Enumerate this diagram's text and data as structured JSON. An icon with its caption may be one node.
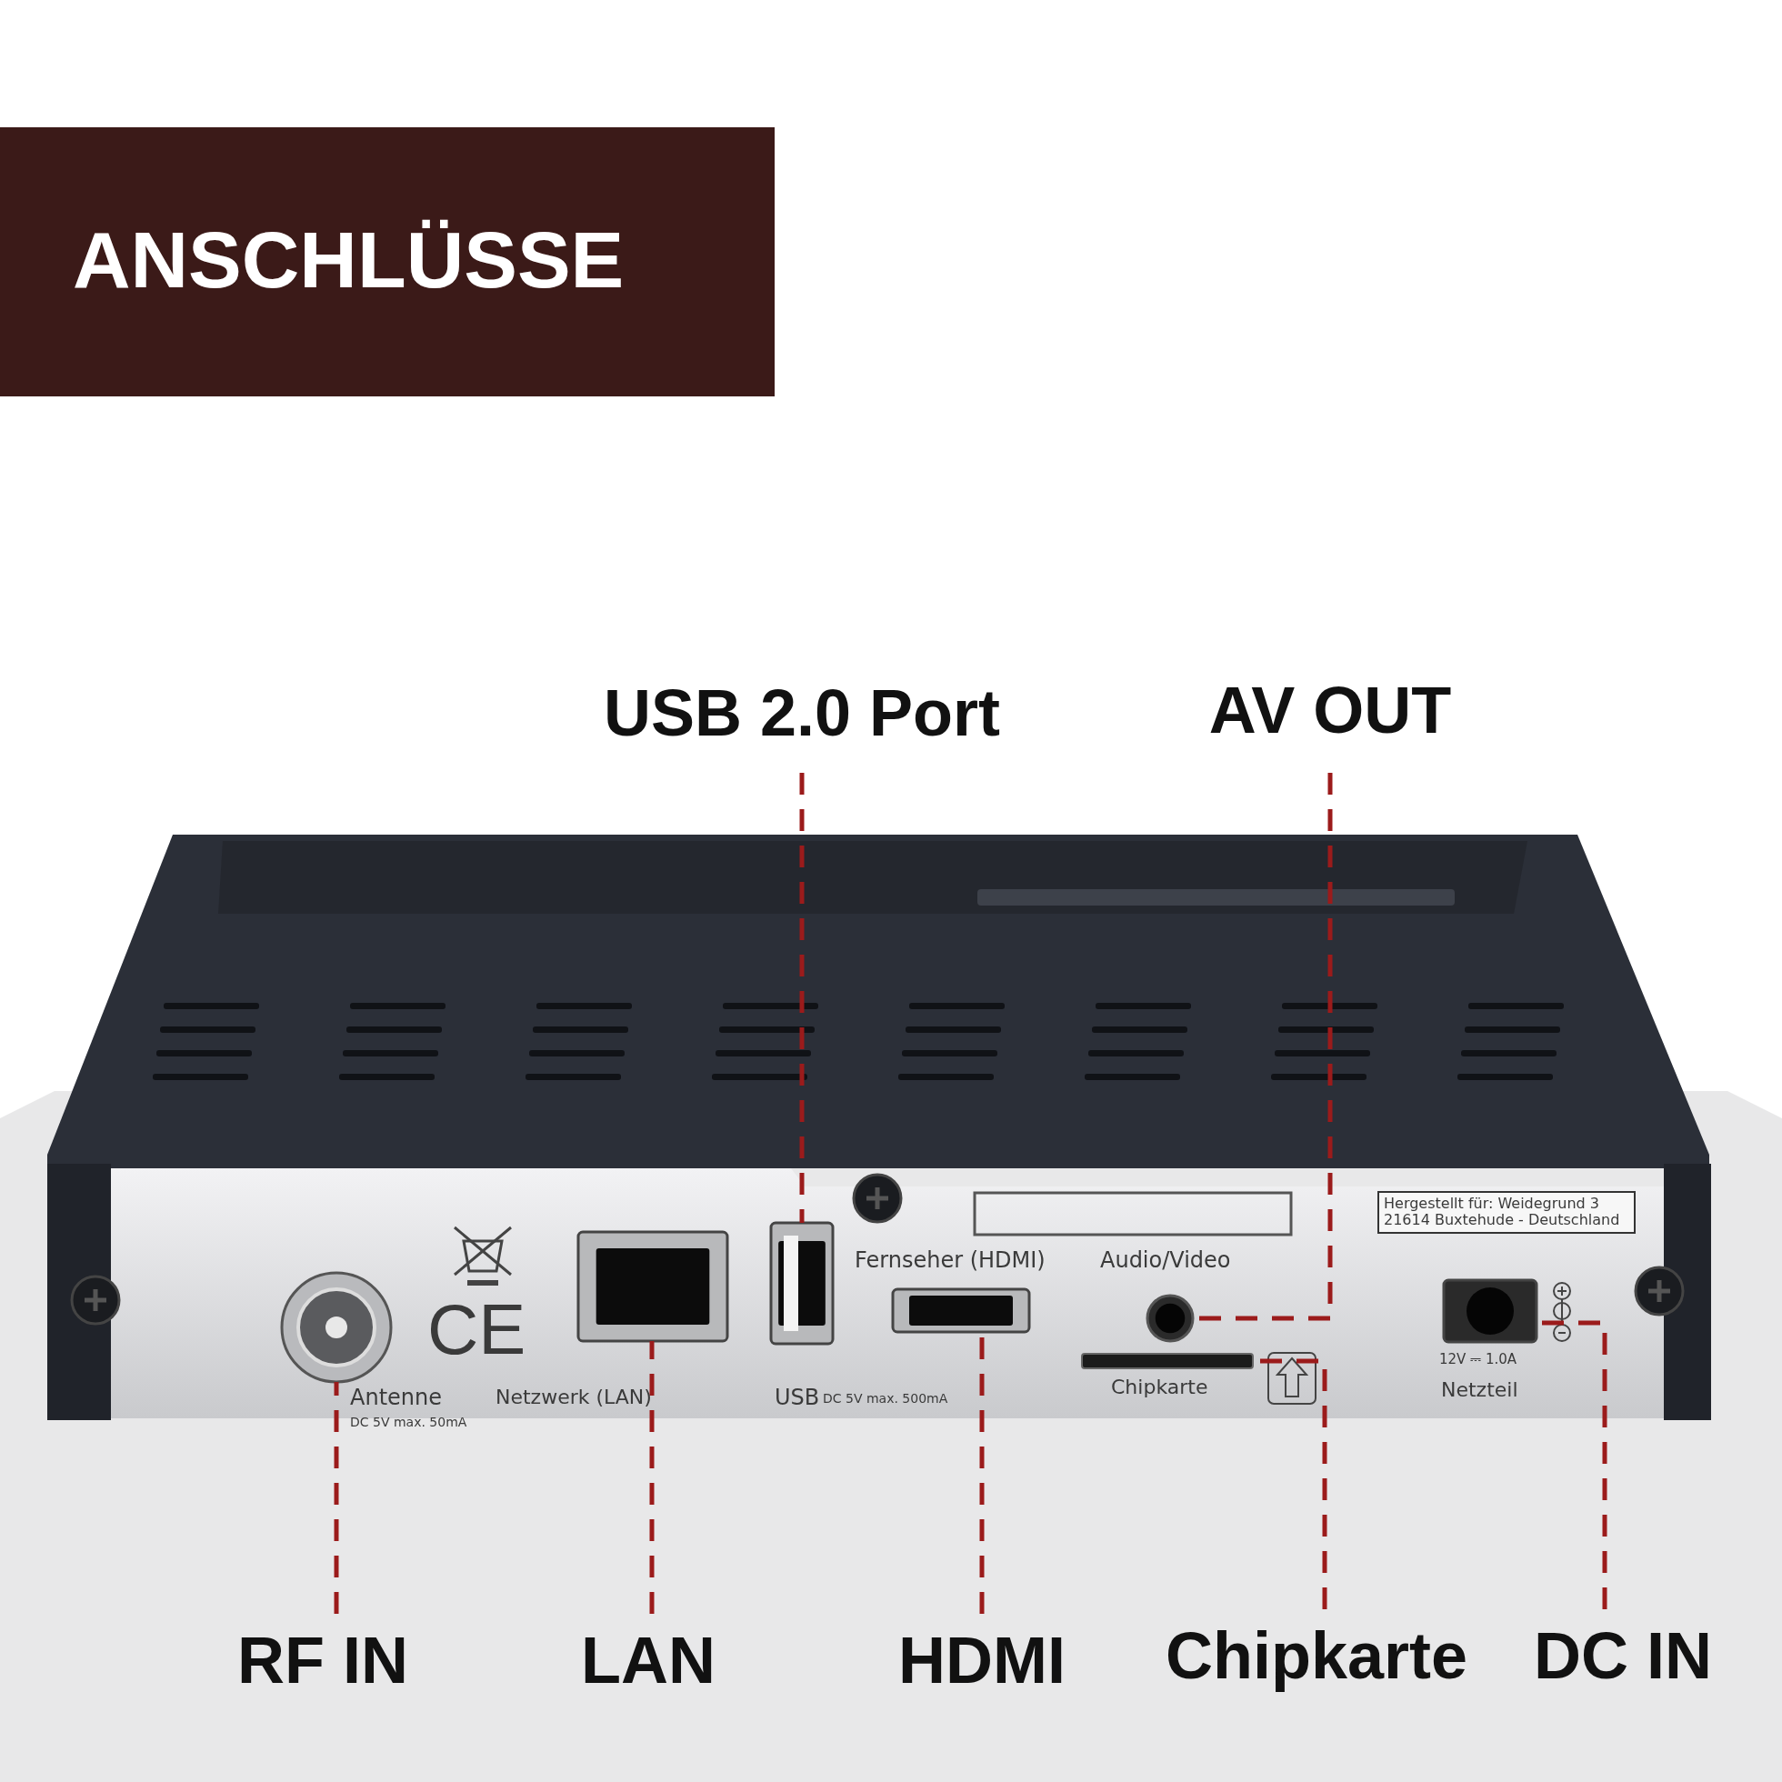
{
  "diagram": {
    "title": "ANSCHLÜSSE",
    "nodes": [
      {
        "text": [
          "USB 2.0 Port"
        ]
      },
      {
        "text": [
          "AV OUT"
        ]
      },
      {
        "text": [
          "RF IN"
        ]
      },
      {
        "text": [
          "LAN"
        ]
      },
      {
        "text": [
          "HDMI"
        ]
      },
      {
        "text": [
          "Chipkarte"
        ]
      },
      {
        "text": [
          "DC IN"
        ]
      },
      {
        "text": [],
        "shape": "circle",
        "beside": [
          "Antenne",
          "DC 5V max. 50mA"
        ]
      },
      {
        "text": [],
        "shape": "box",
        "beside": [
          "Netzwerk (LAN)"
        ]
      },
      {
        "text": [],
        "shape": "box",
        "beside": [
          "USB",
          "DC 5V max. 500mA"
        ]
      },
      {
        "text": [],
        "shape": "box",
        "beside": [
          "Fernseher (HDMI)"
        ]
      },
      {
        "text": [],
        "shape": "circle",
        "beside": [
          "Audio/Video"
        ]
      },
      {
        "text": [],
        "shape": "bar",
        "beside": [
          "Chipkarte"
        ]
      },
      {
        "text": [],
        "shape": "box",
        "beside": [
          "12V ⎓ 1.0A",
          "Netzteil"
        ]
      }
    ],
    "edges": [
      {
        "from": 0,
        "to": 9,
        "arrow": "none",
        "style": "dashed"
      },
      {
        "from": 1,
        "to": 11,
        "arrow": "none",
        "style": "dashed"
      },
      {
        "from": 2,
        "to": 7,
        "arrow": "none",
        "style": "dashed"
      },
      {
        "from": 3,
        "to": 8,
        "arrow": "none",
        "style": "dashed"
      },
      {
        "from": 4,
        "to": 10,
        "arrow": "none",
        "style": "dashed"
      },
      {
        "from": 5,
        "to": 12,
        "arrow": "none",
        "style": "dashed"
      },
      {
        "from": 6,
        "to": 13,
        "arrow": "none",
        "style": "dashed"
      }
    ],
    "labels": [
      "Hergestellt für: Weidegrund 3 21614 Buxtehude - Deutschland",
      "CE"
    ]
  }
}
